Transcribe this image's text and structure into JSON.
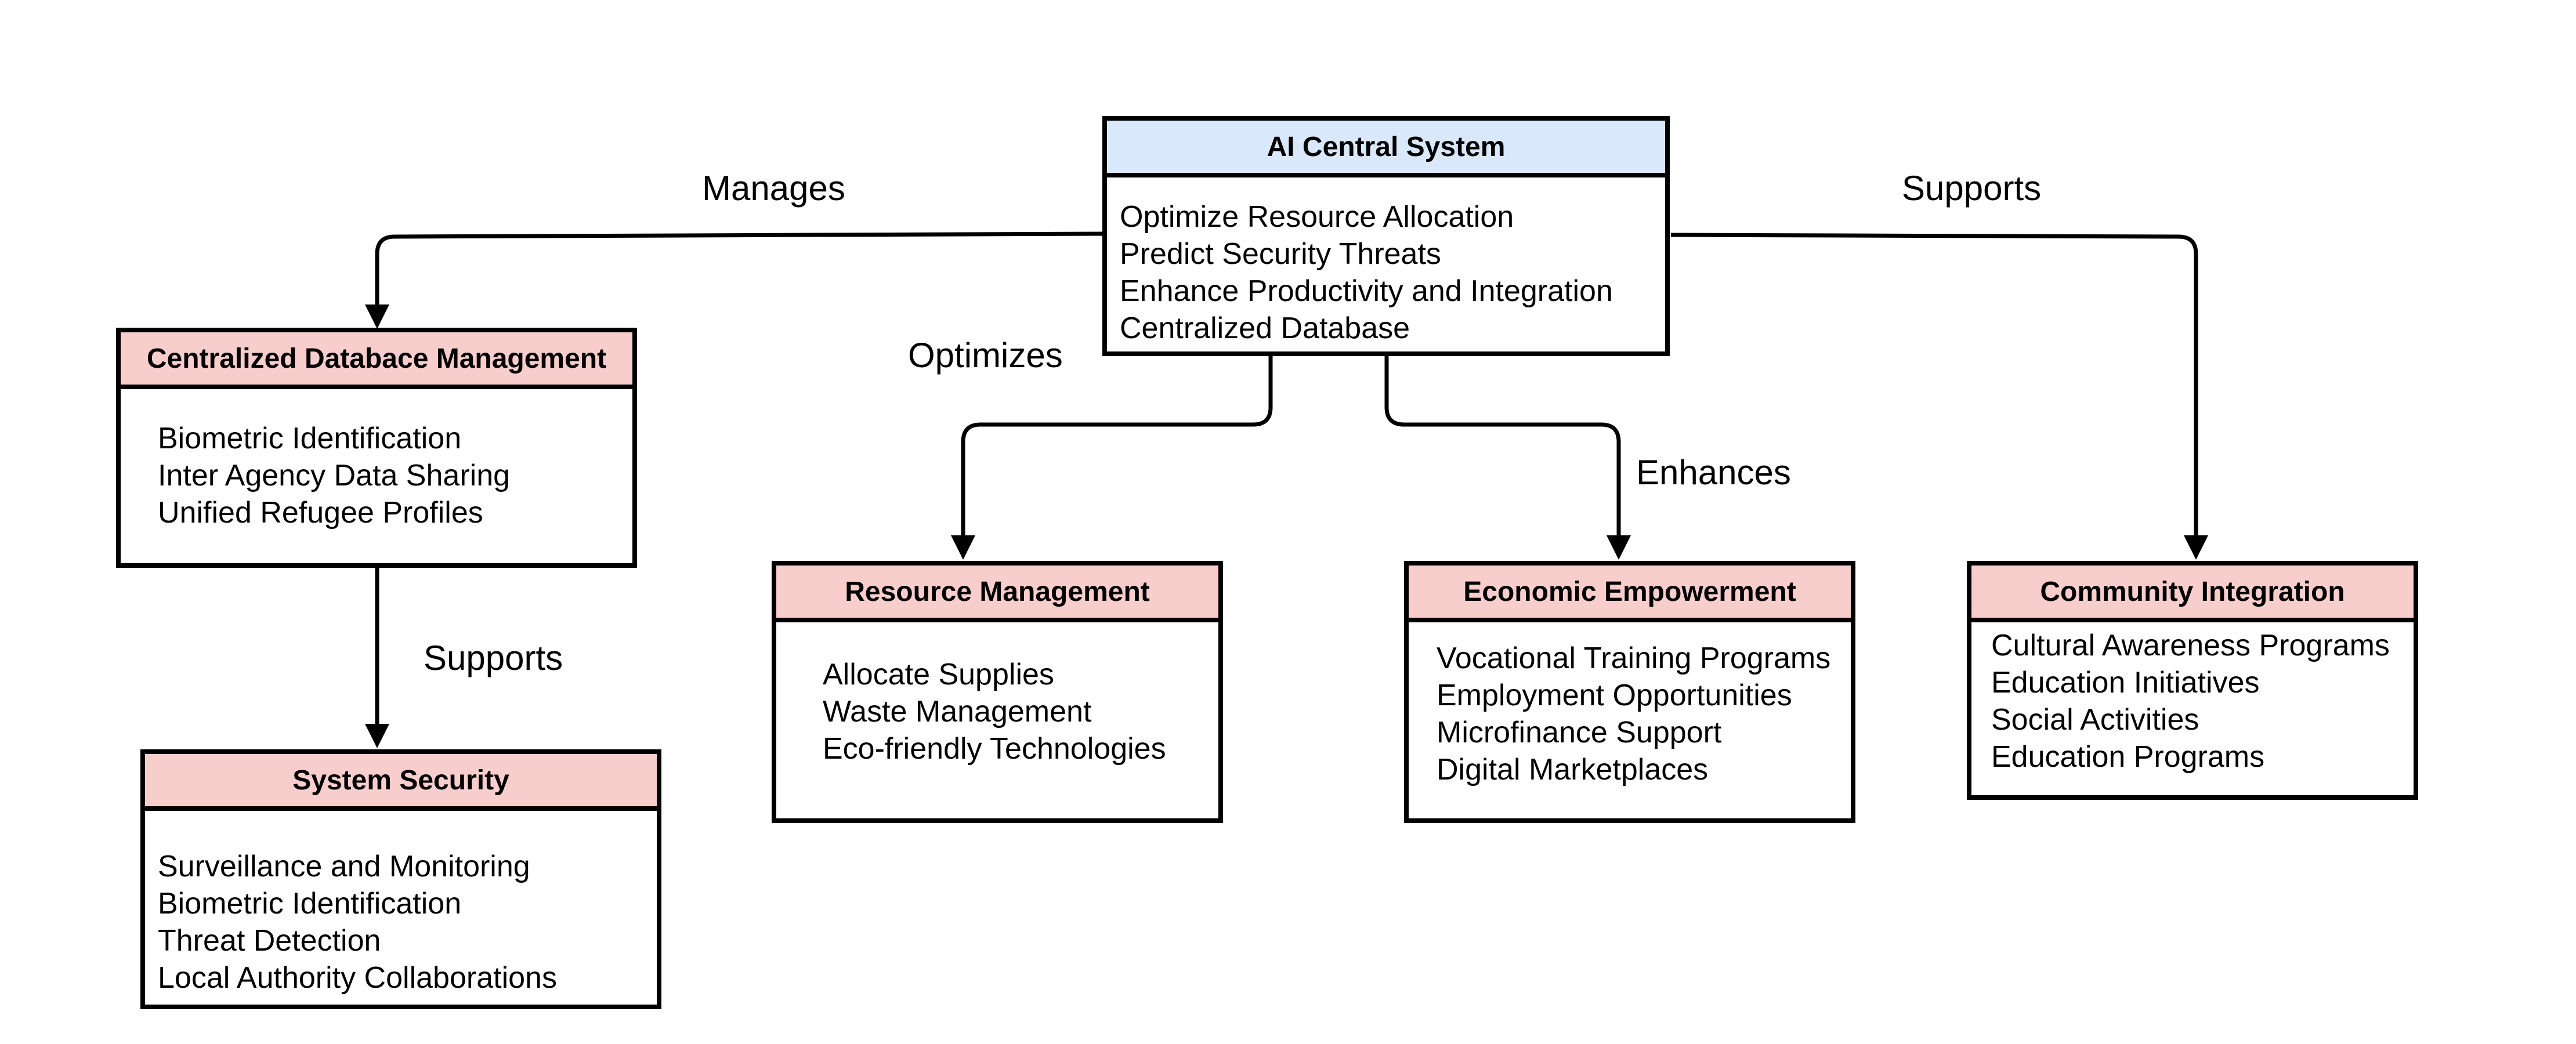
{
  "colors": {
    "central_header": "#dae8fc",
    "node_header": "#f8cecc",
    "border": "#000000"
  },
  "nodes": {
    "central": {
      "title": "AI Central System",
      "items": [
        "Optimize Resource Allocation",
        "Predict Security Threats",
        "Enhance Productivity and Integration",
        "Centralized Database"
      ]
    },
    "database": {
      "title": "Centralized Databace Management",
      "items": [
        "Biometric Identification",
        "Inter Agency Data Sharing",
        "Unified Refugee Profiles"
      ]
    },
    "security": {
      "title": "System Security",
      "items": [
        "Surveillance and Monitoring",
        "Biometric Identification",
        "Threat Detection",
        "Local Authority Collaborations"
      ]
    },
    "resource": {
      "title": "Resource Management",
      "items": [
        "Allocate Supplies",
        "Waste Management",
        "Eco-friendly Technologies"
      ]
    },
    "economic": {
      "title": "Economic Empowerment",
      "items": [
        "Vocational Training Programs",
        "Employment Opportunities",
        "Microfinance Support",
        "Digital Marketplaces"
      ]
    },
    "community": {
      "title": "Community Integration",
      "items": [
        "Cultural Awareness Programs",
        "Education Initiatives",
        "Social Activities",
        "Education Programs"
      ]
    }
  },
  "edges": {
    "manages": "Manages",
    "optimizes": "Optimizes",
    "enhances": "Enhances",
    "supports_community": "Supports",
    "supports_security": "Supports"
  }
}
